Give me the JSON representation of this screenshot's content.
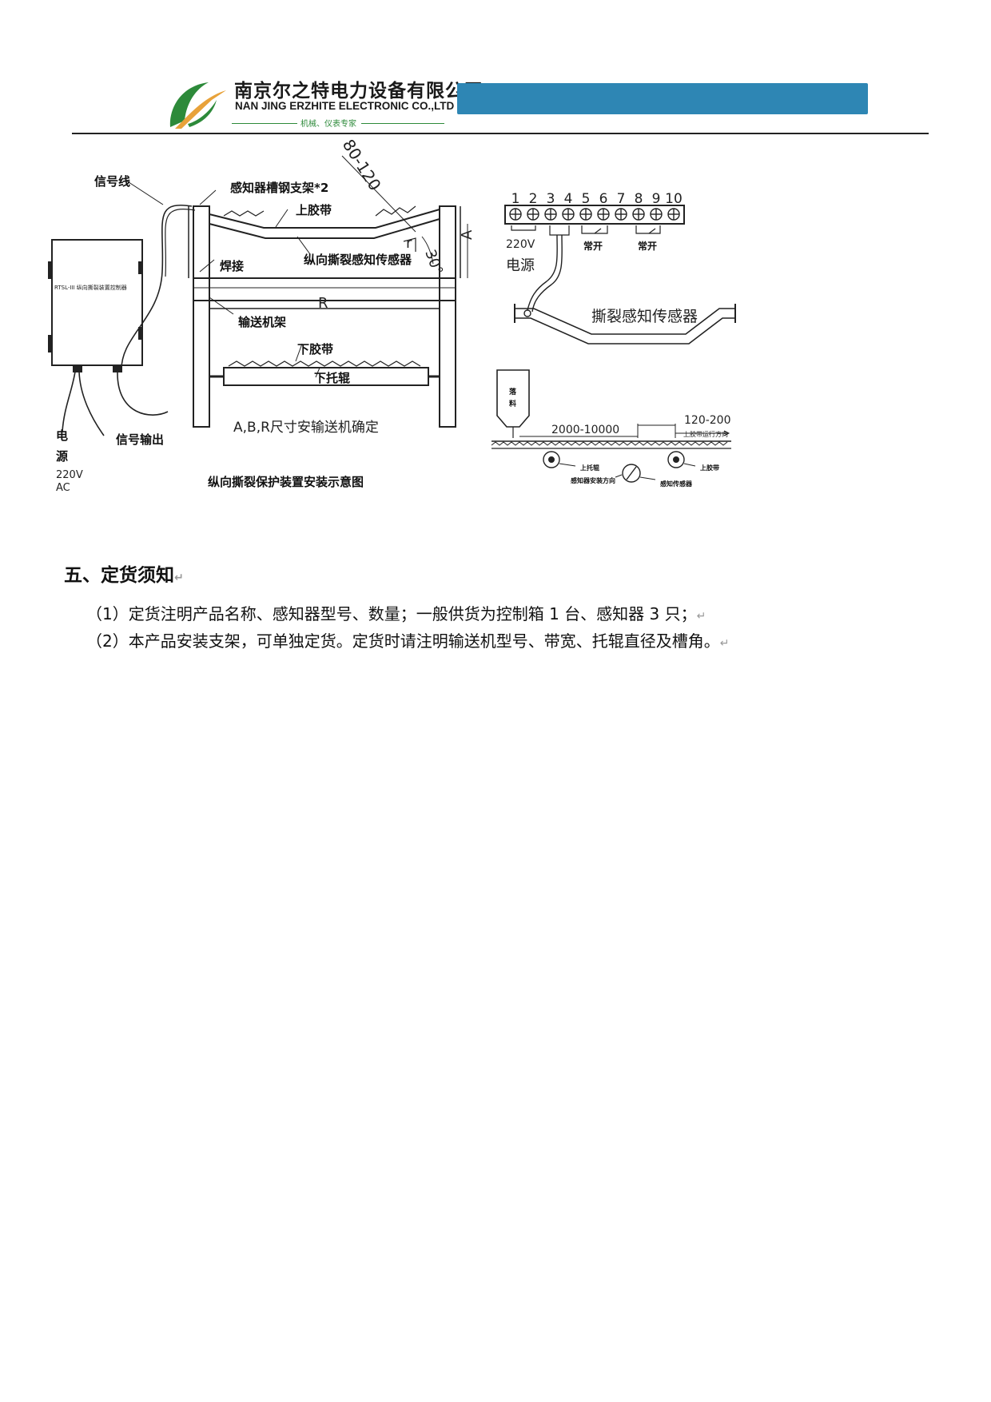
{
  "header": {
    "company_cn": "南京尔之特电力设备有限公司",
    "company_en": "NAN JING ERZHITE ELECTRONIC CO.,LTD",
    "slogan": "机械、仪表专家",
    "colors": {
      "accent_blue": "#2e86b4",
      "logo_green": "#2d8a3a",
      "logo_orange": "#e8a23a"
    }
  },
  "diagram": {
    "left": {
      "signal_wire": "信号线",
      "bracket": "感知器槽钢支架*2",
      "dimension_top": "80-120",
      "upper_belt": "上胶带",
      "sensor": "纵向撕裂感知传感器",
      "weld": "焊接",
      "frame": "输送机架",
      "lower_belt": "下胶带",
      "lower_roller": "下托辊",
      "label_A": "A",
      "label_R": "R",
      "label_r": "r",
      "angle": "30°",
      "controller": "RTSL-III 纵向撕裂装置控制器",
      "power_label": "电源",
      "voltage": "220V",
      "ac": "AC",
      "signal_output": "信号输出",
      "note": "A,B,R尺寸安输送机确定",
      "caption": "纵向撕裂保护装置安装示意图"
    },
    "terminal": {
      "numbers": [
        "1",
        "2",
        "3",
        "4",
        "5",
        "6",
        "7",
        "8",
        "9",
        "10"
      ],
      "voltage": "220V",
      "power": "电源",
      "normally_open_1": "常开",
      "normally_open_2": "常开",
      "sensor": "撕裂感知传感器"
    },
    "bottom_right": {
      "hopper": "落料",
      "distance": "2000-10000",
      "offset": "120-200",
      "direction": "上胶带运行方向",
      "upper_roller": "上托辊",
      "upper_belt": "上胶带",
      "mounting": "感知器安装方向",
      "sensor": "感知传感器"
    }
  },
  "section": {
    "title": "五、定货须知",
    "items": [
      "（1）定货注明产品名称、感知器型号、数量；一般供货为控制箱 1 台、感知器 3 只；",
      "（2）本产品安装支架，可单独定货。定货时请注明输送机型号、带宽、托辊直径及槽角。"
    ],
    "return_mark": "↵"
  }
}
